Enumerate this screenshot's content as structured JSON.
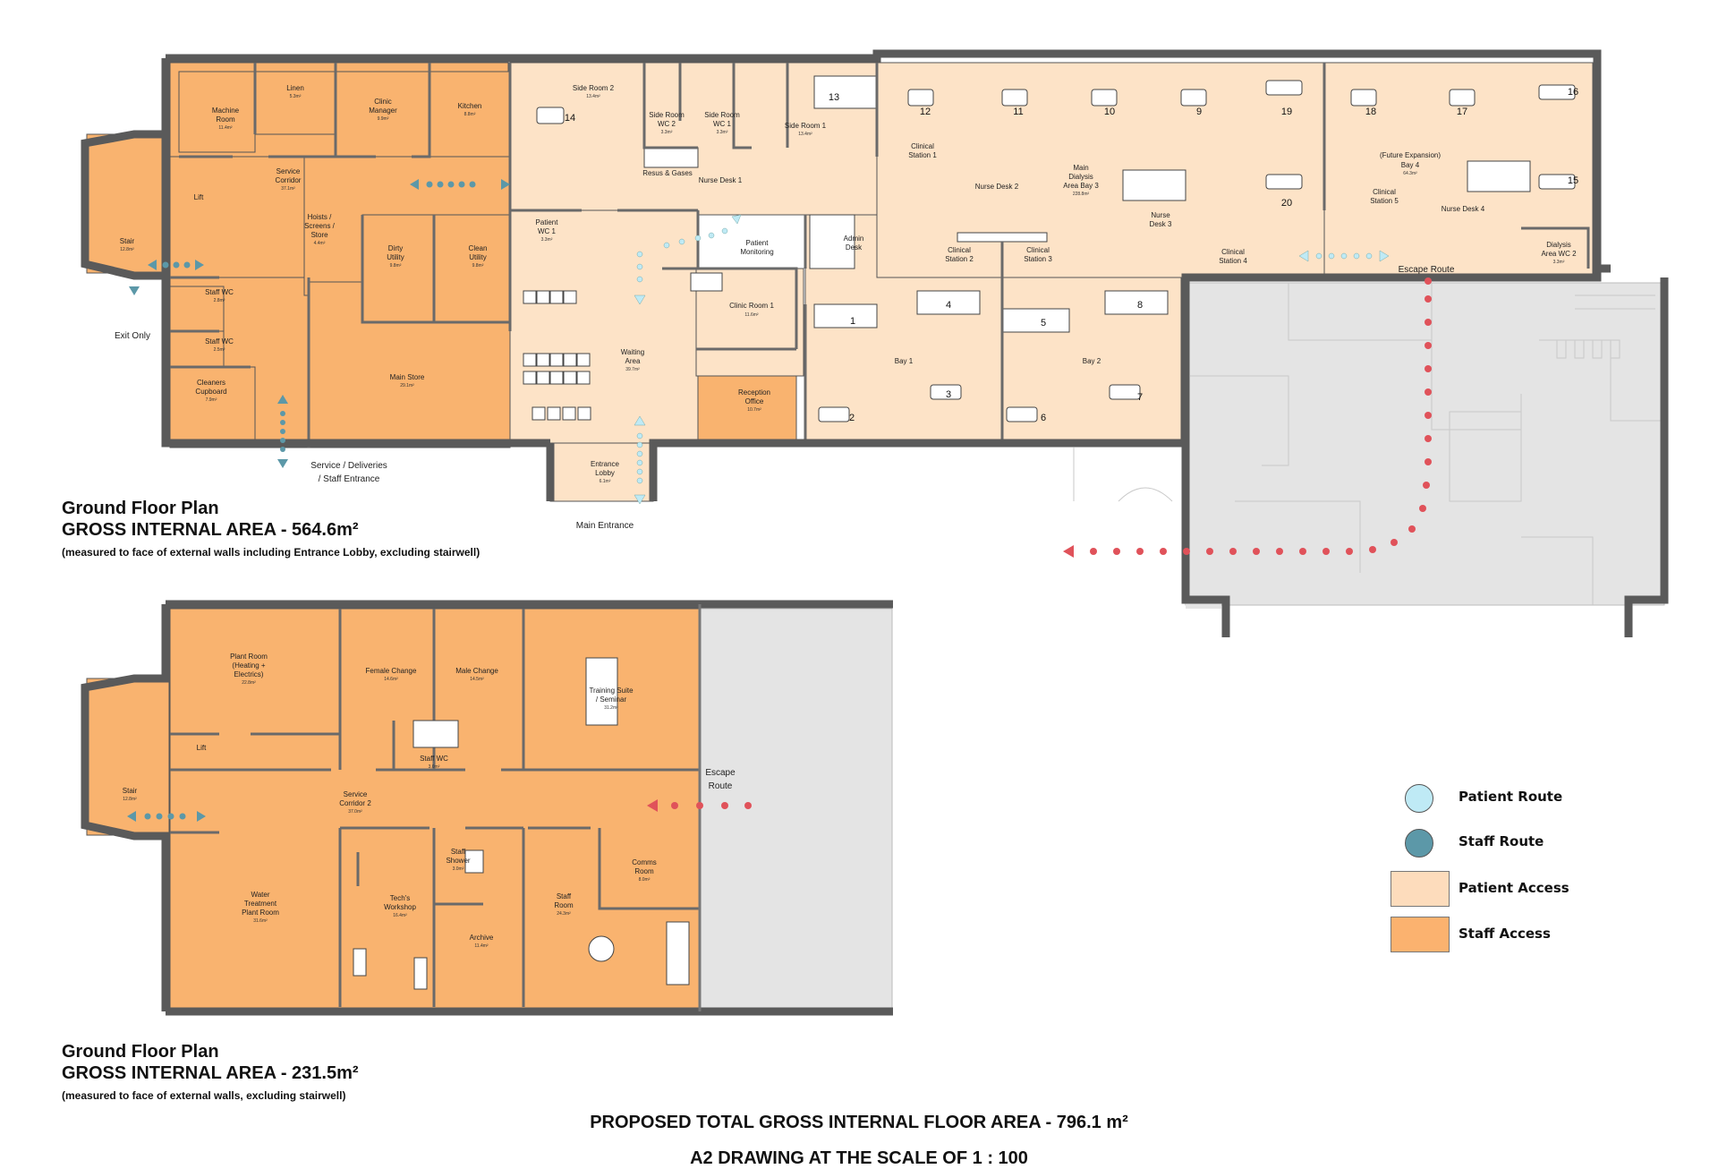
{
  "plan1": {
    "title": "Ground Floor Plan",
    "area": "GROSS INTERNAL AREA - 564.6m²",
    "note": "(measured to face of external walls including Entrance Lobby, excluding stairwell)",
    "rooms": {
      "machine_room": [
        "Machine",
        "Room",
        "11.4m²"
      ],
      "linen": [
        "Linen",
        "5.3m²"
      ],
      "clinic_manager": [
        "Clinic",
        "Manager",
        "9.9m²"
      ],
      "kitchen": [
        "Kitchen",
        "8.8m²"
      ],
      "service_corridor": [
        "Service",
        "Corridor",
        "37.1m²"
      ],
      "lift": "Lift",
      "stair": [
        "Stair",
        "12.8m²"
      ],
      "hoists": [
        "Hoists /",
        "Screens /",
        "Store",
        "4.4m²"
      ],
      "dirty_utility": [
        "Dirty",
        "Utility",
        "9.8m²"
      ],
      "clean_utility": [
        "Clean",
        "Utility",
        "9.8m²"
      ],
      "staff_wc_a": [
        "Staff WC",
        "2.8m²"
      ],
      "staff_wc_b": [
        "Staff WC",
        "2.5m²"
      ],
      "cleaners": [
        "Cleaners",
        "Cupboard",
        "7.9m²"
      ],
      "main_store": [
        "Main Store",
        "29.1m²"
      ],
      "side_room_2": [
        "Side Room 2",
        "13.4m²"
      ],
      "side_room_wc_2": [
        "Side Room",
        "WC 2",
        "3.3m²"
      ],
      "side_room_wc_1": [
        "Side Room",
        "WC 1",
        "3.3m²"
      ],
      "side_room_1": [
        "Side Room 1",
        "13.4m²"
      ],
      "resus": "Resus & Gases",
      "nurse_desk_1": "Nurse Desk 1",
      "patient_wc_1": [
        "Patient",
        "WC 1",
        "3.3m²"
      ],
      "patient_monitoring": [
        "Patient",
        "Monitoring"
      ],
      "admin_desk": [
        "Admin",
        "Desk"
      ],
      "clinic_room_1": [
        "Clinic Room 1",
        "11.6m²"
      ],
      "waiting_area": [
        "Waiting",
        "Area",
        "39.7m²"
      ],
      "reception_office": [
        "Reception",
        "Office",
        "10.7m²"
      ],
      "entrance_lobby": [
        "Entrance",
        "Lobby",
        "6.1m²"
      ],
      "clinical_station_1": [
        "Clinical",
        "Station 1"
      ],
      "nurse_desk_2": "Nurse Desk 2",
      "main_dialysis": [
        "Main",
        "Dialysis",
        "Area Bay 3",
        "228.8m²"
      ],
      "clinical_station_2": [
        "Clinical",
        "Station 2"
      ],
      "clinical_station_3": [
        "Clinical",
        "Station 3"
      ],
      "nurse_desk_3": [
        "Nurse",
        "Desk 3"
      ],
      "clinical_station_4": [
        "Clinical",
        "Station 4"
      ],
      "future_expansion": [
        "(Future Expansion)",
        "Bay 4",
        "64.3m²"
      ],
      "clinical_station_5": [
        "Clinical",
        "Station 5"
      ],
      "nurse_desk_4": "Nurse Desk 4",
      "dialysis_wc_2": [
        "Dialysis",
        "Area WC 2",
        "3.3m²"
      ],
      "bay_1": "Bay 1",
      "bay_2": "Bay 2"
    },
    "bay_numbers": [
      "1",
      "2",
      "3",
      "4",
      "5",
      "6",
      "7",
      "8",
      "9",
      "10",
      "11",
      "12",
      "13",
      "14",
      "15",
      "16",
      "17",
      "18",
      "19",
      "20"
    ],
    "exit_only": "Exit Only",
    "service_entrance": [
      "Service / Deliveries",
      "/ Staff Entrance"
    ],
    "main_entrance": "Main Entrance",
    "escape_route": "Escape Route"
  },
  "plan2": {
    "title": "Ground Floor Plan",
    "area": "GROSS INTERNAL AREA - 231.5m²",
    "note": "(measured to face of external walls, excluding stairwell)",
    "rooms": {
      "plant_room": [
        "Plant Room",
        "(Heating +",
        "Electrics)",
        "22.8m²"
      ],
      "female_change": [
        "Female Change",
        "14.6m²"
      ],
      "male_change": [
        "Male Change",
        "14.5m²"
      ],
      "training": [
        "Training Suite",
        "/ Seminar",
        "31.2m²"
      ],
      "lift": "Lift",
      "stair": [
        "Stair",
        "12.8m²"
      ],
      "staff_wc": [
        "Staff WC",
        "3.0m²"
      ],
      "service_corridor_2": [
        "Service",
        "Corridor 2",
        "37.0m²"
      ],
      "water_treatment": [
        "Water",
        "Treatment",
        "Plant Room",
        "31.6m²"
      ],
      "techs_workshop": [
        "Tech's",
        "Workshop",
        "16.4m²"
      ],
      "staff_shower": [
        "Staff",
        "Shower",
        "3.0m²"
      ],
      "archive": [
        "Archive",
        "11.4m²"
      ],
      "staff_room": [
        "Staff",
        "Room",
        "24.3m²"
      ],
      "comms_room": [
        "Comms",
        "Room",
        "8.0m²"
      ]
    },
    "escape_route": [
      "Escape",
      "Route"
    ]
  },
  "legend": [
    {
      "label": "Patient Route",
      "color": "#bfeaf5"
    },
    {
      "label": "Staff Route",
      "color": "#5c98a8"
    },
    {
      "label": "Patient Access",
      "color": "#fddcbc"
    },
    {
      "label": "Staff Access",
      "color": "#fbb26f"
    }
  ],
  "colors": {
    "staff": "#f9b36f",
    "patient": "#fde3c7",
    "grey": "#e4e4e4",
    "wall": "#5a5a5a",
    "patient_route": "#bfeaf5",
    "staff_route": "#5c98a8",
    "escape": "#e0525a"
  },
  "footer": {
    "line1": "PROPOSED TOTAL GROSS INTERNAL FLOOR AREA - 796.1 m²",
    "line2": "A2 DRAWING AT THE SCALE OF  1 : 100"
  }
}
